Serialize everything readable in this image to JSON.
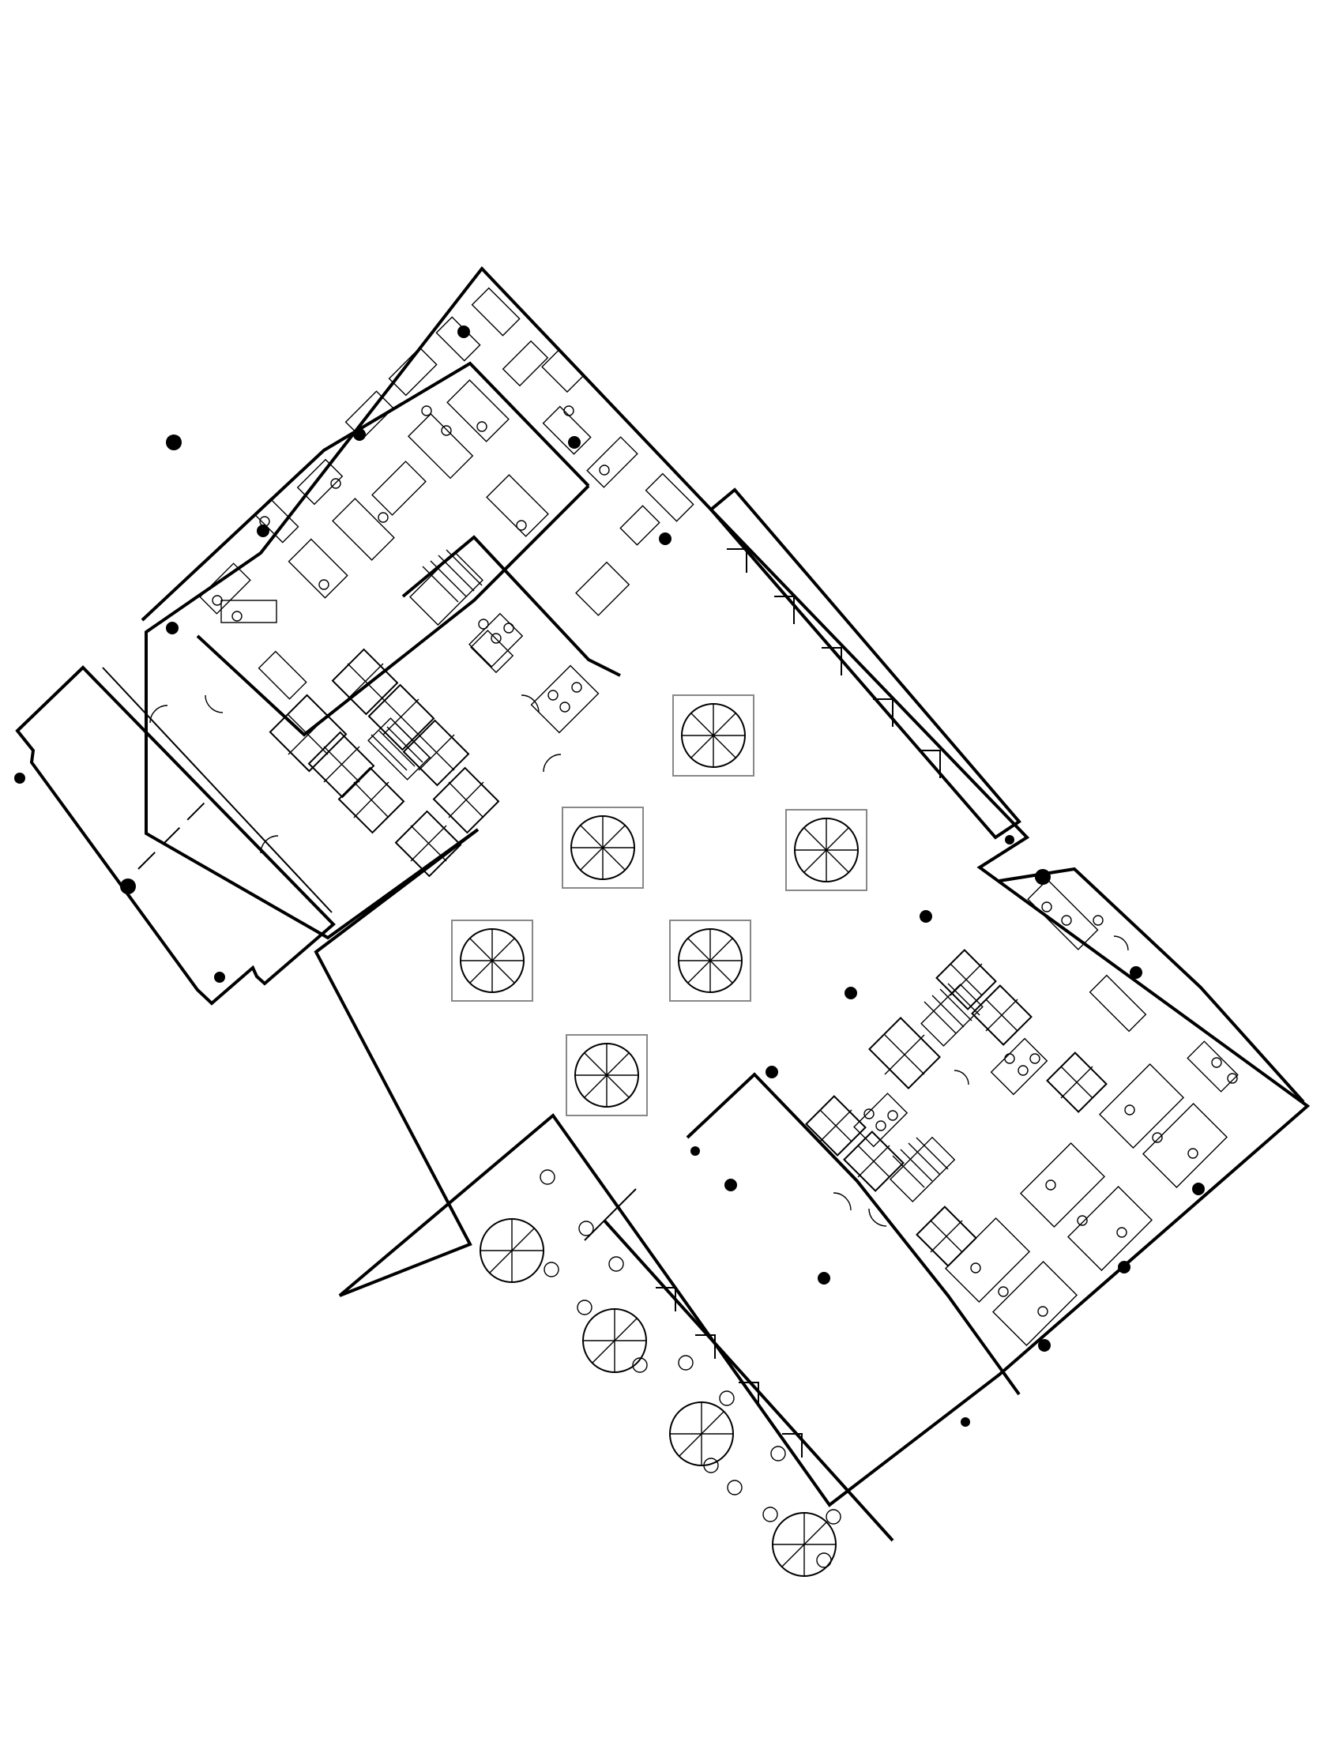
{
  "drawing": {
    "kind": "architectural floor plan",
    "labels": [],
    "colors": {
      "line": "#000000",
      "planter_box": "#888888",
      "background": "#ffffff"
    }
  },
  "elements": {
    "interior_trees": 6,
    "exterior_trees": 4,
    "elevator_banks": 2,
    "stairs": 4,
    "restroom_cores": 2,
    "workstation_clusters": 12,
    "outdoor_bistro_tables": 14
  }
}
